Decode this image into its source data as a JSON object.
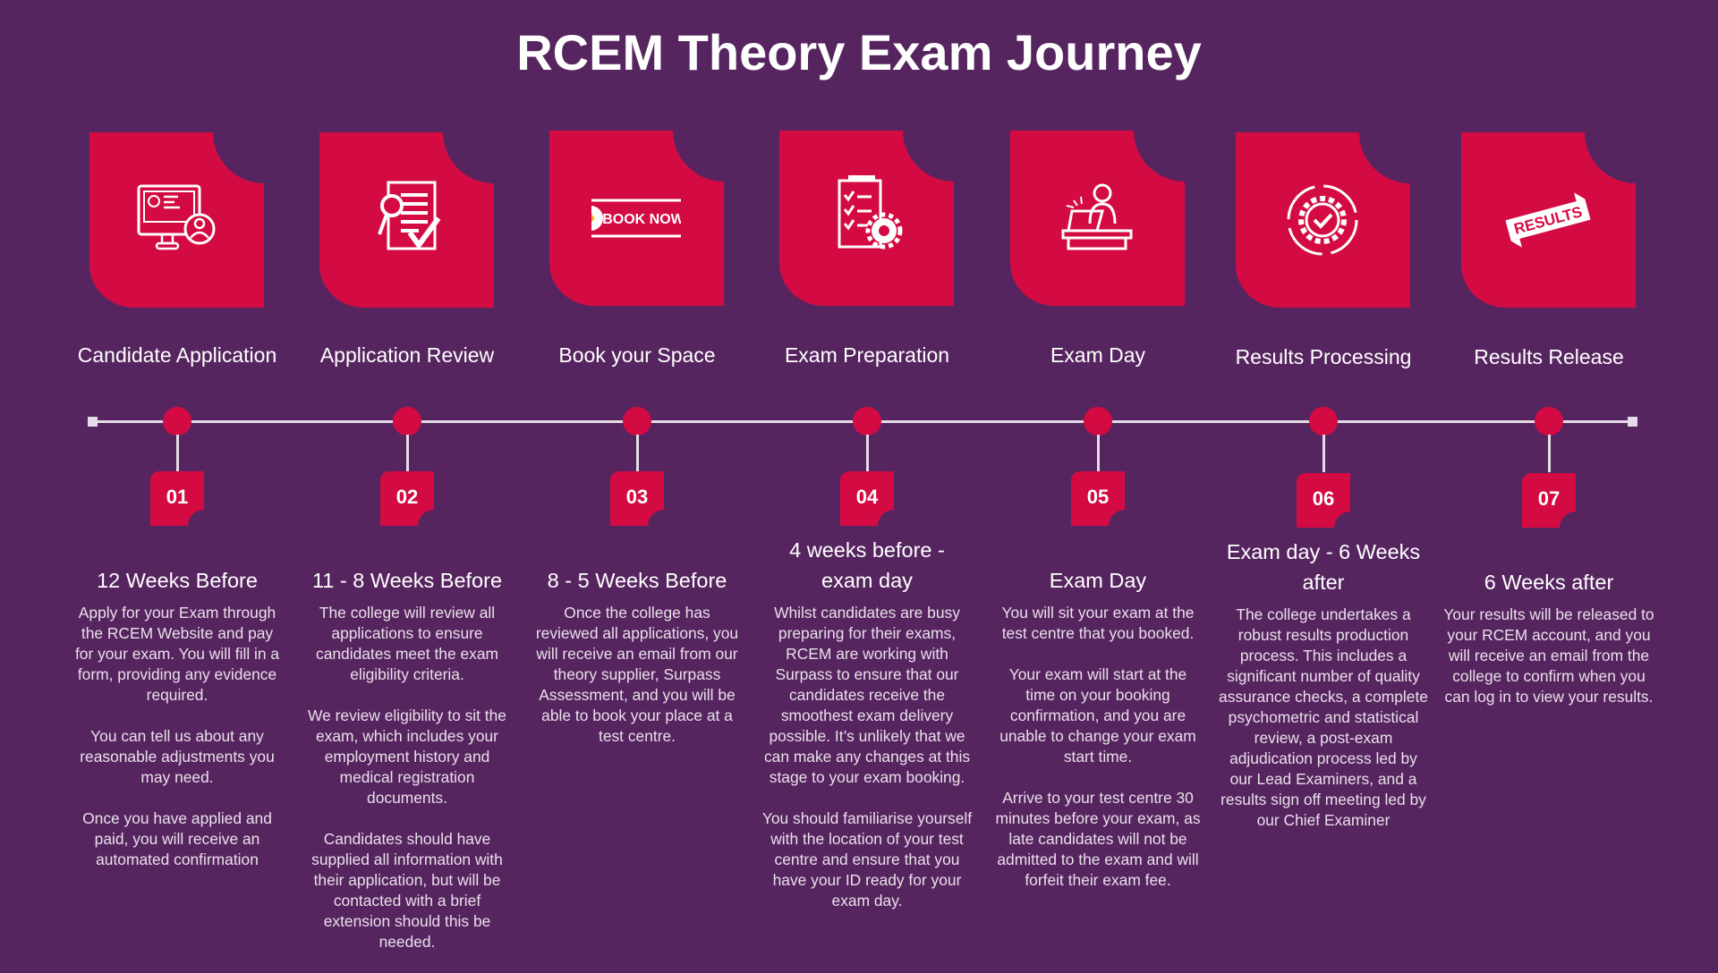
{
  "title": "RCEM Theory Exam Journey",
  "colors": {
    "background": "#56255f",
    "accent": "#d40b43",
    "line": "#e6dbe8"
  },
  "steps": [
    {
      "number": "01",
      "title": "Candidate Application",
      "icon": "computer-profile-icon",
      "heading": "12 Weeks Before",
      "body": [
        "Apply for your Exam through the RCEM Website and pay for your exam. You will fill in a form, providing any evidence required.",
        "You can tell us about any reasonable adjustments you may need.",
        "Once you have applied and paid, you will receive an automated confirmation"
      ]
    },
    {
      "number": "02",
      "title": "Application Review",
      "icon": "document-review-icon",
      "heading": "11 - 8 Weeks Before",
      "body": [
        "The college will review all applications to ensure candidates meet the exam eligibility criteria.",
        "We review eligibility to sit the exam, which includes your employment history and medical registration documents.",
        "Candidates should have supplied all information with their application, but will be contacted with a brief extension should this be needed."
      ]
    },
    {
      "number": "03",
      "title": "Book your Space",
      "icon": "book-now-button-icon",
      "icon_text": "BOOK NOW",
      "heading": "8 - 5 Weeks Before",
      "body": [
        "Once the college has reviewed all applications, you will receive an email from our theory supplier, Surpass Assessment, and you will be able to book your place at a test centre."
      ]
    },
    {
      "number": "04",
      "title": "Exam Preparation",
      "icon": "checklist-gear-icon",
      "heading": "4 weeks before  - exam day",
      "body": [
        "Whilst candidates are busy preparing for their exams, RCEM are working with Surpass to ensure that our candidates receive the smoothest exam delivery possible. It’s unlikely that we can make any changes at this stage to your exam booking.",
        "You should familiarise yourself with the location of your test centre and ensure that you have your ID ready for your exam day."
      ]
    },
    {
      "number": "05",
      "title": "Exam Day",
      "icon": "person-at-laptop-icon",
      "heading": "Exam Day",
      "body": [
        "You will sit your exam at the test centre that you booked.",
        "Your exam will start at the time on your booking confirmation, and you are unable to change your exam start time.",
        "Arrive to your test centre 30 minutes before your exam, as late candidates will not be admitted to the exam and will forfeit their exam fee."
      ]
    },
    {
      "number": "06",
      "title": "Results Processing",
      "icon": "gear-cycle-check-icon",
      "heading": "Exam day - 6 Weeks after",
      "body": [
        "The college undertakes a robust results production process. This includes a significant number of quality assurance checks, a complete psychometric and statistical review, a post-exam adjudication process led by our Lead Examiners, and a results sign off meeting led by our Chief Examiner"
      ]
    },
    {
      "number": "07",
      "title": "Results Release",
      "icon": "results-banner-icon",
      "icon_text": "RESULTS",
      "heading": "6 Weeks after",
      "body": [
        "Your results will be released to your RCEM account, and you will receive an email from the college to confirm when you can log in to view your results."
      ]
    }
  ]
}
